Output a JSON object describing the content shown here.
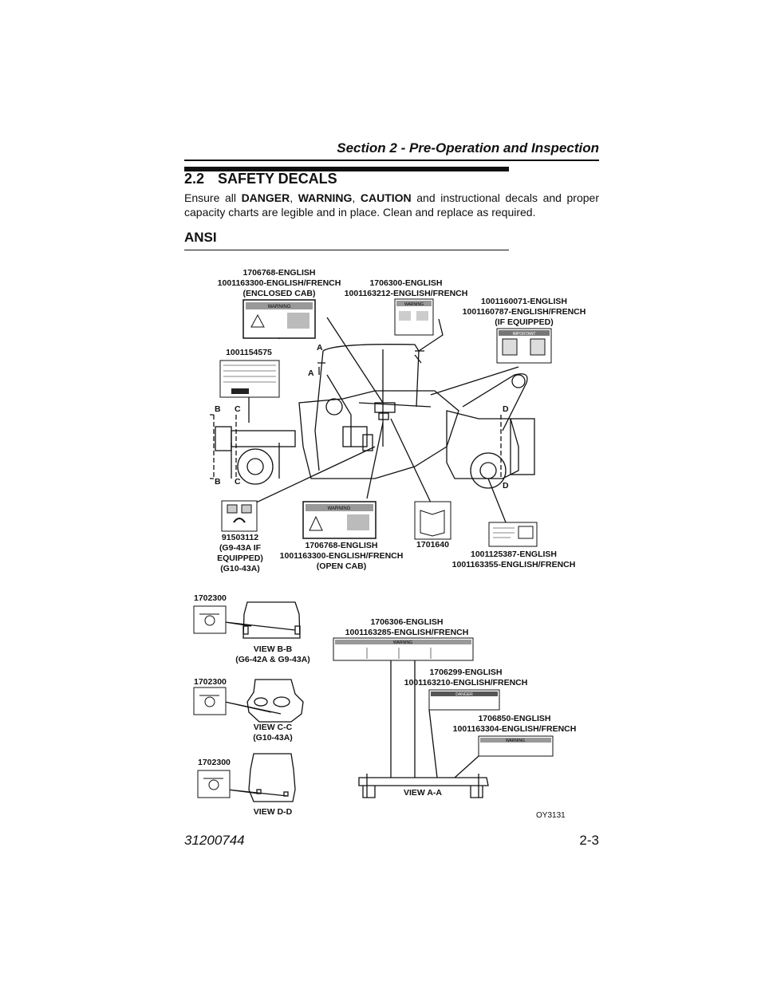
{
  "header": {
    "section_title": "Section 2 - Pre-Operation and Inspection"
  },
  "heading": {
    "number": "2.2",
    "title": "SAFETY DECALS"
  },
  "intro": {
    "t1": "Ensure all ",
    "danger": "DANGER",
    "t2": ", ",
    "warning": "WARNING",
    "t3": ", ",
    "caution": "CAUTION",
    "t4": " and instructional decals and proper capacity charts are legible and in place. Clean and replace as required."
  },
  "subheading": "ANSI",
  "diagram": {
    "decal_warning_word": "WARNING",
    "decal_danger_word": "DANGER",
    "decal_important_word": "IMPORTANT",
    "labels": {
      "enclosed_cab": [
        "1706768-ENGLISH",
        "1001163300-ENGLISH/FRENCH",
        "(ENCLOSED CAB)"
      ],
      "d1706300": [
        "1706300-ENGLISH",
        "1001163212-ENGLISH/FRENCH"
      ],
      "d1001160071": [
        "1001160071-ENGLISH",
        "1001160787-ENGLISH/FRENCH",
        "(IF EQUIPPED)"
      ],
      "d1001154575": "1001154575",
      "d91503112": [
        "91503112",
        "(G9-43A IF",
        "EQUIPPED)",
        "(G10-43A)"
      ],
      "open_cab": [
        "1706768-ENGLISH",
        "1001163300-ENGLISH/FRENCH",
        "(OPEN CAB)"
      ],
      "d1701640": "1701640",
      "d1001125387": [
        "1001125387-ENGLISH",
        "1001163355-ENGLISH/FRENCH"
      ],
      "d1702300_a": "1702300",
      "d1702300_b": "1702300",
      "d1702300_c": "1702300",
      "view_bb": [
        "VIEW B-B",
        "(G6-42A & G9-43A)"
      ],
      "view_cc": [
        "VIEW C-C",
        "(G10-43A)"
      ],
      "view_dd": "VIEW D-D",
      "d1706306": [
        "1706306-ENGLISH",
        "1001163285-ENGLISH/FRENCH"
      ],
      "d1706299": [
        "1706299-ENGLISH",
        "1001163210-ENGLISH/FRENCH"
      ],
      "d1706850": [
        "1706850-ENGLISH",
        "1001163304-ENGLISH/FRENCH"
      ],
      "view_aa": "VIEW A-A",
      "sec_a": "A",
      "sec_b": "B",
      "sec_c": "C",
      "sec_d": "D"
    },
    "figure_id": "OY3131"
  },
  "footer": {
    "doc_number": "31200744",
    "page": "2-3"
  }
}
